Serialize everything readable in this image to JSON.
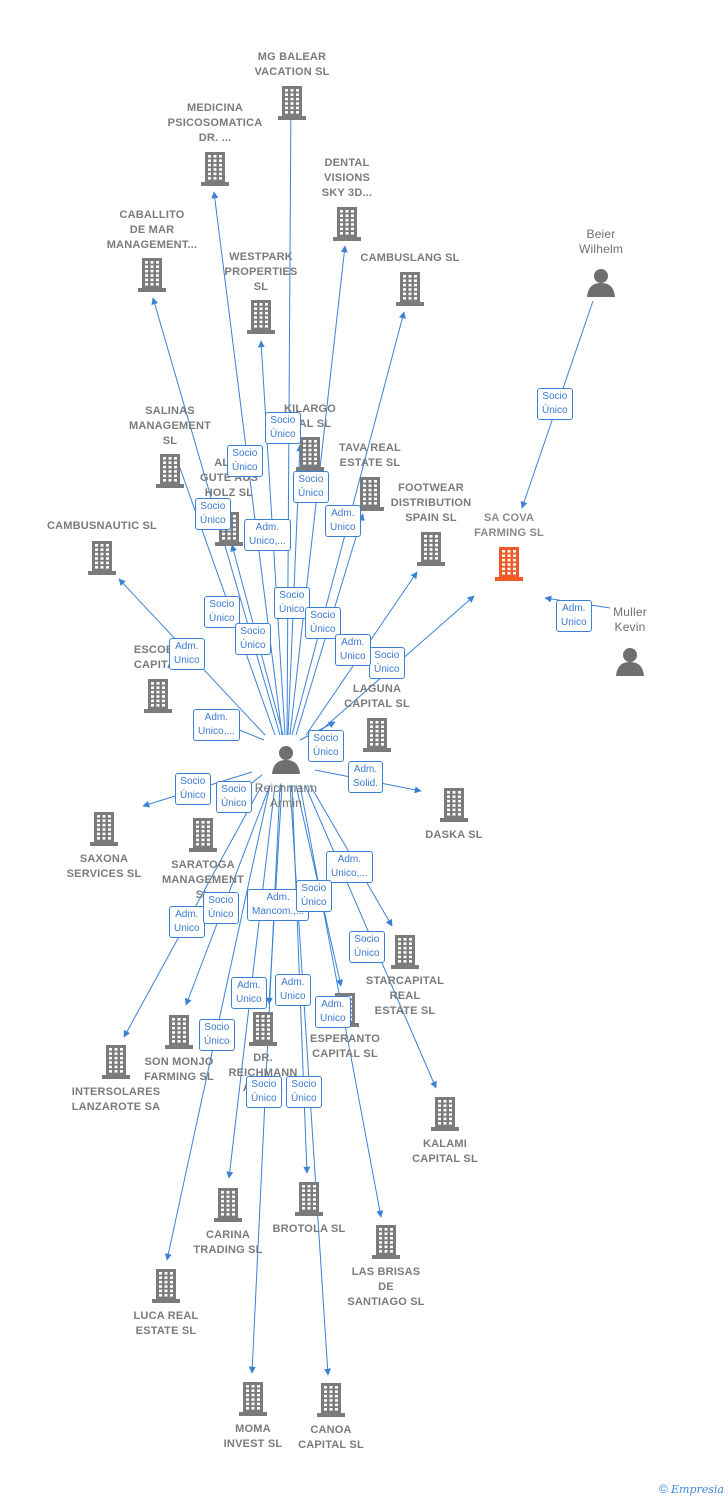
{
  "colors": {
    "edge": "#3b82d6",
    "company": "#7b7b7b",
    "highlight": "#f05a28",
    "person": "#6f6f6f"
  },
  "nodes": [
    {
      "id": "mg-balear",
      "label": "MG BALEAR VACATION SL",
      "type": "company"
    },
    {
      "id": "medicina",
      "label": "MEDICINA PSICOSOMATICA DR. ...",
      "type": "company"
    },
    {
      "id": "dental",
      "label": "DENTAL VISIONS SKY 3D...",
      "type": "company"
    },
    {
      "id": "caballito",
      "label": "CABALLITO DE MAR MANAGEMENT...",
      "type": "company"
    },
    {
      "id": "westpark",
      "label": "WESTPARK PROPERTIES SL",
      "type": "company"
    },
    {
      "id": "cambuslang",
      "label": "CAMBUSLANG SL",
      "type": "company"
    },
    {
      "id": "beier",
      "label": "Beier Wilhelm",
      "type": "person"
    },
    {
      "id": "salinas",
      "label": "SALINAS MANAGEMENT SL",
      "type": "company"
    },
    {
      "id": "kilargo",
      "label": "KILARGO ...AL SL",
      "type": "company"
    },
    {
      "id": "tava",
      "label": "TAVA REAL ESTATE SL",
      "type": "company"
    },
    {
      "id": "alle",
      "label": "ALLE GUTE AUS HOLZ SL",
      "type": "company"
    },
    {
      "id": "footwear",
      "label": "FOOTWEAR DISTRIBUTION SPAIN SL",
      "type": "company"
    },
    {
      "id": "sacova",
      "label": "SA COVA FARMING SL",
      "type": "highlight"
    },
    {
      "id": "cambusnautic",
      "label": "CAMBUSNAUTIC SL",
      "type": "company"
    },
    {
      "id": "muller",
      "label": "Muller Kevin",
      "type": "person"
    },
    {
      "id": "escoba",
      "label": "ESCOBA CAPITAL",
      "type": "company"
    },
    {
      "id": "laguna",
      "label": "LAGUNA CAPITAL SL",
      "type": "company"
    },
    {
      "id": "reichmann",
      "label": "Reichmann Armin",
      "type": "person"
    },
    {
      "id": "daska",
      "label": "DASKA SL",
      "type": "company"
    },
    {
      "id": "saxona",
      "label": "SAXONA SERVICES SL",
      "type": "company"
    },
    {
      "id": "saratoga",
      "label": "SARATOGA MANAGEMENT SL",
      "type": "company"
    },
    {
      "id": "starcapital",
      "label": "STARCAPITAL REAL ESTATE SL",
      "type": "company"
    },
    {
      "id": "sonmonjo",
      "label": "SON MONJO FARMING SL",
      "type": "company"
    },
    {
      "id": "drreichmann",
      "label": "DR. REICHMANN ASES...",
      "type": "company"
    },
    {
      "id": "esperanto",
      "label": "ESPERANTO CAPITAL SL",
      "type": "company"
    },
    {
      "id": "intersolares",
      "label": "INTERSOLARES LANZAROTE SA",
      "type": "company"
    },
    {
      "id": "kalami",
      "label": "KALAMI CAPITAL SL",
      "type": "company"
    },
    {
      "id": "carina",
      "label": "CARINA TRADING SL",
      "type": "company"
    },
    {
      "id": "brotola",
      "label": "BROTOLA SL",
      "type": "company"
    },
    {
      "id": "lasbrisas",
      "label": "LAS BRISAS DE SANTIAGO SL",
      "type": "company"
    },
    {
      "id": "luca",
      "label": "LUCA REAL ESTATE SL",
      "type": "company"
    },
    {
      "id": "moma",
      "label": "MOMA INVEST SL",
      "type": "company"
    },
    {
      "id": "canoa",
      "label": "CANOA CAPITAL SL",
      "type": "company"
    }
  ],
  "edges": [
    {
      "from": "reichmann",
      "to": "mg-balear"
    },
    {
      "from": "reichmann",
      "to": "medicina"
    },
    {
      "from": "reichmann",
      "to": "dental"
    },
    {
      "from": "reichmann",
      "to": "caballito"
    },
    {
      "from": "reichmann",
      "to": "westpark"
    },
    {
      "from": "reichmann",
      "to": "cambuslang"
    },
    {
      "from": "reichmann",
      "to": "salinas"
    },
    {
      "from": "reichmann",
      "to": "kilargo"
    },
    {
      "from": "reichmann",
      "to": "tava"
    },
    {
      "from": "reichmann",
      "to": "alle"
    },
    {
      "from": "reichmann",
      "to": "footwear"
    },
    {
      "from": "reichmann",
      "to": "sacova"
    },
    {
      "from": "reichmann",
      "to": "cambusnautic"
    },
    {
      "from": "reichmann",
      "to": "escoba"
    },
    {
      "from": "reichmann",
      "to": "laguna"
    },
    {
      "from": "reichmann",
      "to": "daska"
    },
    {
      "from": "reichmann",
      "to": "saxona"
    },
    {
      "from": "reichmann",
      "to": "saratoga"
    },
    {
      "from": "reichmann",
      "to": "starcapital"
    },
    {
      "from": "reichmann",
      "to": "sonmonjo"
    },
    {
      "from": "reichmann",
      "to": "drreichmann"
    },
    {
      "from": "reichmann",
      "to": "esperanto"
    },
    {
      "from": "reichmann",
      "to": "intersolares"
    },
    {
      "from": "reichmann",
      "to": "kalami"
    },
    {
      "from": "reichmann",
      "to": "carina"
    },
    {
      "from": "reichmann",
      "to": "brotola"
    },
    {
      "from": "reichmann",
      "to": "lasbrisas"
    },
    {
      "from": "reichmann",
      "to": "luca"
    },
    {
      "from": "reichmann",
      "to": "moma"
    },
    {
      "from": "reichmann",
      "to": "canoa"
    },
    {
      "from": "beier",
      "to": "sacova"
    },
    {
      "from": "muller",
      "to": "sacova"
    }
  ],
  "badges": [
    {
      "lines": [
        "Socio",
        "Único"
      ]
    },
    {
      "lines": [
        "Adm.",
        "Unico"
      ]
    },
    {
      "lines": [
        "Socio",
        "Único"
      ]
    },
    {
      "lines": [
        "Socio",
        "Único"
      ]
    },
    {
      "lines": [
        "Socio",
        "Único"
      ]
    },
    {
      "lines": [
        "Socio",
        "Único"
      ]
    },
    {
      "lines": [
        "Adm.",
        "Unico"
      ]
    },
    {
      "lines": [
        "Adm.",
        "Unico,..."
      ]
    },
    {
      "lines": [
        "Socio",
        "Único"
      ]
    },
    {
      "lines": [
        "Socio",
        "Único"
      ]
    },
    {
      "lines": [
        "Socio",
        "Único"
      ]
    },
    {
      "lines": [
        "Socio",
        "Único"
      ]
    },
    {
      "lines": [
        "Adm.",
        "Unico"
      ]
    },
    {
      "lines": [
        "Socio",
        "Único"
      ]
    },
    {
      "lines": [
        "Adm.",
        "Unico"
      ]
    },
    {
      "lines": [
        "Adm.",
        "Unico,..."
      ]
    },
    {
      "lines": [
        "Socio",
        "Único"
      ]
    },
    {
      "lines": [
        "Adm.",
        "Solid."
      ]
    },
    {
      "lines": [
        "Socio",
        "Único"
      ]
    },
    {
      "lines": [
        "Socio",
        "Único"
      ]
    },
    {
      "lines": [
        "Adm.",
        "Unico,..."
      ]
    },
    {
      "lines": [
        "Adm.",
        "Unico"
      ]
    },
    {
      "lines": [
        "Socio",
        "Único"
      ]
    },
    {
      "lines": [
        "Adm.",
        "Mancom.,..."
      ]
    },
    {
      "lines": [
        "Socio",
        "Único"
      ]
    },
    {
      "lines": [
        "Socio",
        "Único"
      ]
    },
    {
      "lines": [
        "Adm.",
        "Unico"
      ]
    },
    {
      "lines": [
        "Adm.",
        "Unico"
      ]
    },
    {
      "lines": [
        "Adm.",
        "Unico"
      ]
    },
    {
      "lines": [
        "Socio",
        "Único"
      ]
    },
    {
      "lines": [
        "Socio",
        "Único"
      ]
    },
    {
      "lines": [
        "Socio",
        "Único"
      ]
    }
  ],
  "copyright": {
    "symbol": "©",
    "brand": "Empresia"
  }
}
